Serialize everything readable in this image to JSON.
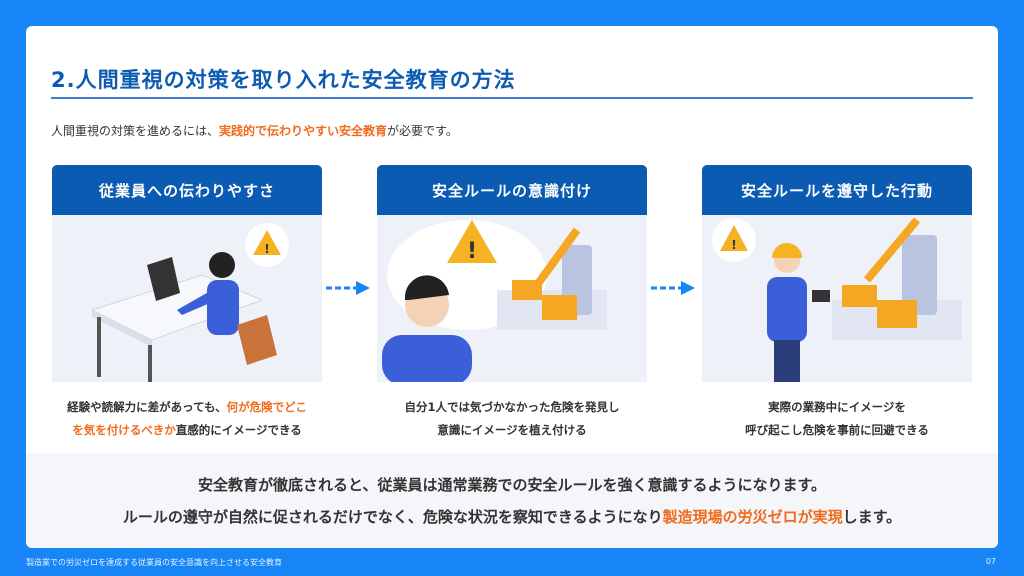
{
  "title": "2.人間重視の対策を取り入れた安全教育の方法",
  "lead": {
    "before": "人間重視の対策を進めるには、",
    "highlight": "実践的で伝わりやすい安全教育",
    "after": "が必要です。"
  },
  "columns": [
    {
      "heading": "従業員への伝わりやすさ",
      "line1_before": "経験や読解力に差があっても、",
      "line1_hl": "何が危険でどこ",
      "line2_hl": "を気を付けるべきか",
      "line2_after": "直感的にイメージできる"
    },
    {
      "heading": "安全ルールの意識付け",
      "line1": "自分1人では気づかなかった危険を発見し",
      "line2": "意識にイメージを植え付ける"
    },
    {
      "heading": "安全ルールを遵守した行動",
      "line1": "実際の業務中にイメージを",
      "line2": "呼び起こし危険を事前に回避できる"
    }
  ],
  "summary": {
    "line1": "安全教育が徹底されると、従業員は通常業務での安全ルールを強く意識するようになります。",
    "line2_before": "ルールの遵守が自然に促されるだけでなく、危険な状況を察知できるようになり",
    "line2_hl": "製造現場の労災ゼロが実現",
    "line2_after": "します。"
  },
  "footer": "製造業での労災ゼロを達成する従業員の安全意識を向上させる安全教育",
  "page_number": "07",
  "colors": {
    "background": "#1785f5",
    "primary": "#0c5bb3",
    "accent": "#f26b1d"
  }
}
